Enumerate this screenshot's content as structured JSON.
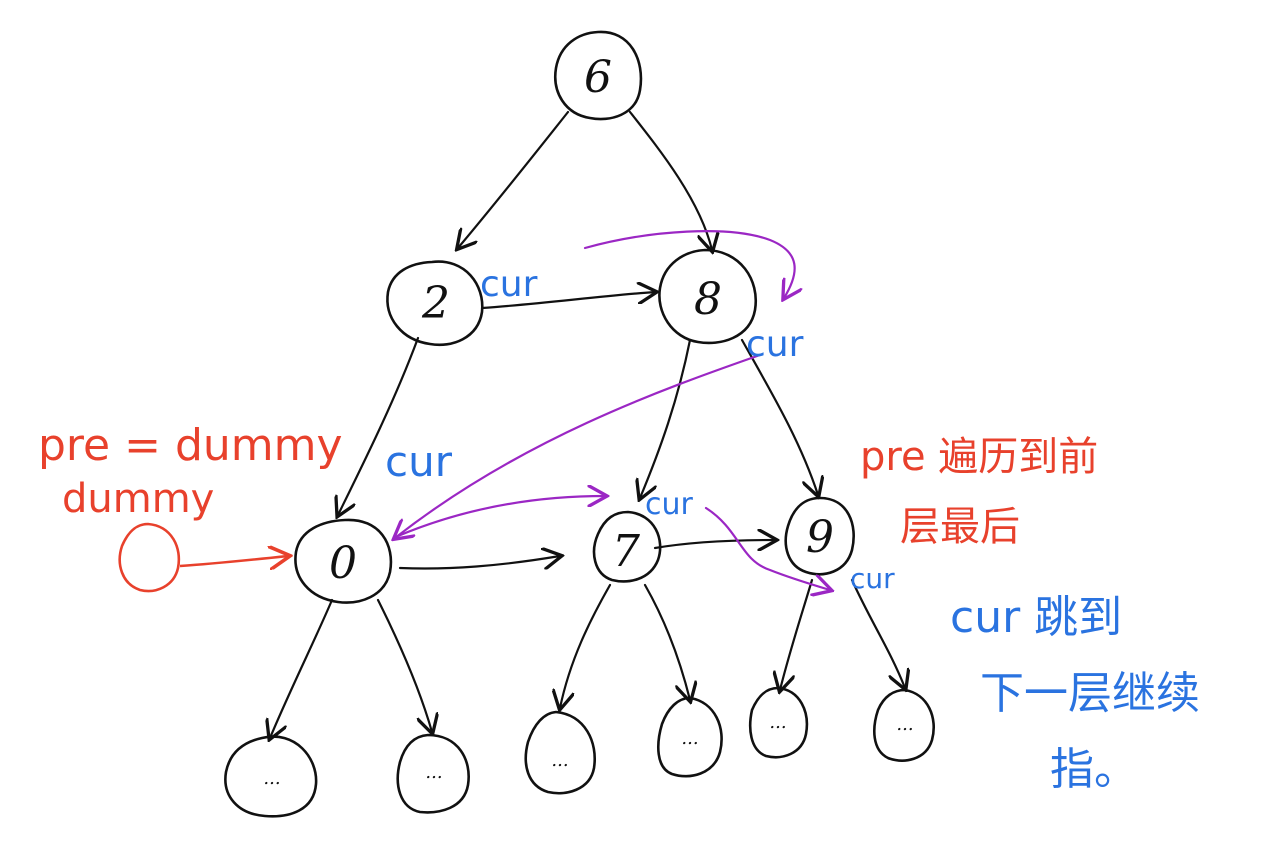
{
  "colors": {
    "ink": "#111111",
    "red": "#e8412c",
    "blue": "#2a73e0",
    "purple": "#9b27c4"
  },
  "nodes": [
    {
      "id": "n6",
      "label": "6"
    },
    {
      "id": "n2",
      "label": "2"
    },
    {
      "id": "n8",
      "label": "8"
    },
    {
      "id": "n0",
      "label": "0"
    },
    {
      "id": "n7",
      "label": "7"
    },
    {
      "id": "n9",
      "label": "9"
    },
    {
      "id": "leaf1",
      "label": "..."
    },
    {
      "id": "leaf2",
      "label": "..."
    },
    {
      "id": "leaf3",
      "label": "..."
    },
    {
      "id": "leaf4",
      "label": "..."
    },
    {
      "id": "leaf5",
      "label": "..."
    },
    {
      "id": "leaf6",
      "label": "..."
    },
    {
      "id": "dummy",
      "label": ""
    }
  ],
  "annotations": {
    "cur_at_2": "cur",
    "cur_at_8": "cur",
    "cur_at_0": "cur",
    "cur_at_7": "cur",
    "cur_at_9": "cur",
    "pre_dummy": "pre = dummy",
    "dummy_label": "dummy",
    "pre_note_line1": "pre 遍历到前",
    "pre_note_line2": "层最后",
    "cur_note_line1": "cur 跳到",
    "cur_note_line2": "下一层继续",
    "cur_note_line3": "指。"
  }
}
